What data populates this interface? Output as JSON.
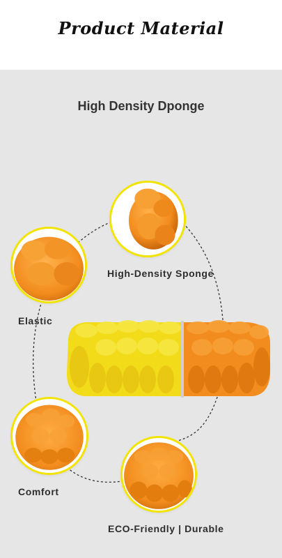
{
  "header": {
    "title": "Product Material"
  },
  "section": {
    "title": "High Density Dponge"
  },
  "callouts": [
    {
      "label": "High-Density Sponge",
      "icon": "sponge-closeup-image"
    },
    {
      "label": "Elastic",
      "icon": "elastic-closeup-image"
    },
    {
      "label": "Comfort",
      "icon": "comfort-closeup-image"
    },
    {
      "label": "ECO-Friendly | Durable",
      "icon": "eco-durable-closeup-image"
    }
  ],
  "colors": {
    "panel_bg": "#e6e6e6",
    "accent_ring": "#f2e400",
    "orange": "#f28c1e",
    "yellow": "#f2dc1a",
    "text": "#2d2d2d"
  }
}
